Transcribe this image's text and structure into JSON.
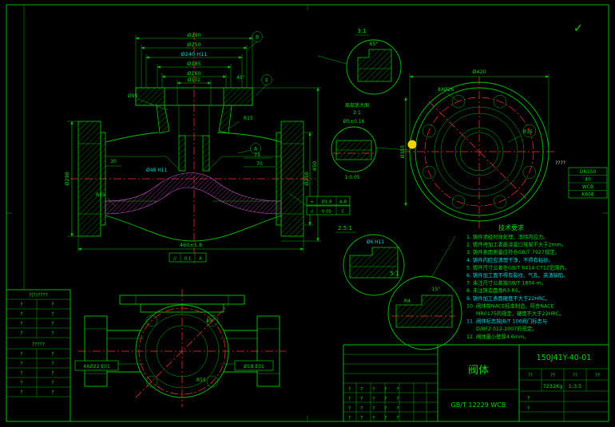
{
  "misc": {
    "q": "?",
    "check": "✓",
    "unknown": "????"
  },
  "main_view": {
    "dims_top": [
      "Ø290",
      "Ø250",
      "Ø240 H11",
      "Ø185",
      "Ø160",
      "Ø102"
    ],
    "angle": "45°",
    "d95": "Ø95",
    "r15": "R15",
    "r25": "R25",
    "w30": "30",
    "w73": "73",
    "w70": "70",
    "d48": "Ø48 H11",
    "left_dia": "Ø290",
    "right_dia": "Ø250",
    "height": "450",
    "overall": "460±1.8",
    "balloons": [
      "B",
      "E",
      "A"
    ],
    "gdt_pos": {
      "sym": "⌖",
      "tol": "Ø1.8",
      "dat": "A-B"
    },
    "gdt_par": {
      "sym": "//",
      "tol": "0.05",
      "dat": "C"
    },
    "gdt_flat": {
      "sym": "//",
      "tol": "0.1",
      "dat": "A"
    }
  },
  "flange_view": {
    "od": "Ø420",
    "holes": "8XØ26",
    "r15": "R15",
    "bolt_circle": "Ø355",
    "spec": [
      "DN150",
      "40",
      "WCB",
      "K608"
    ]
  },
  "bottom_view": {
    "holes_left": "4XØ22 E01",
    "holes_right": "Ø18 E01",
    "angle": "45°",
    "r15": "R15"
  },
  "details": {
    "d1": {
      "scale": "3:1",
      "a": "65°"
    },
    "d2": {
      "title": "局部放大图",
      "scale": "2:1",
      "a": "Ø5±0.16",
      "b": "1:0.05"
    },
    "d3": {
      "scale": "2.5:1",
      "a": "Ø6 H11"
    },
    "d4": {
      "scale": "5:1",
      "a": "15°",
      "b": "R4"
    }
  },
  "notes": {
    "title": "技术要求",
    "lines": [
      "1. 铸件须经时效处理，消除内应力。",
      "2. 铸件待加工表面浇冒口残留不大于2mm。",
      "3. 铸件表面质量应符合GB/T 7927规定。",
      "4. 铸件内腔应清理干净，不得有粘砂。",
      "5. 铸件尺寸公差在GB/T 6414-CT12范围内。",
      "6. 铸件加工面不得有裂纹、气孔、夹渣缺陷。",
      "7. 未注尺寸公差按GB/T 1804-m。",
      "8. 未注铸造圆角R3-R5。",
      "9. 铸件加工表面硬度不大于22HRC。",
      "10. 阀体按NACE标准制造，符合NACE",
      "MR0175的规定，硬度不大于22HRC。",
      "11. 阀体标志按JB/T 106阀门标志与",
      "D/BF2 012-2007的规定。",
      "12. 阀体最小壁厚4.6mm。"
    ]
  },
  "left_table": {
    "header": "?(?)????",
    "mid": "?????"
  },
  "title_block": {
    "part_name": "阀体",
    "drawing_no": "150J41Y-40-01",
    "material": "GB/T 12229 WCB",
    "weight": "7232Kg",
    "scale": "1:3.5",
    "hdr": "??",
    "left_rows": [
      "? ? ? ? ?",
      "? ? ? ? ?",
      "? ? ? ? ?",
      "? ? ? ? ?"
    ]
  }
}
